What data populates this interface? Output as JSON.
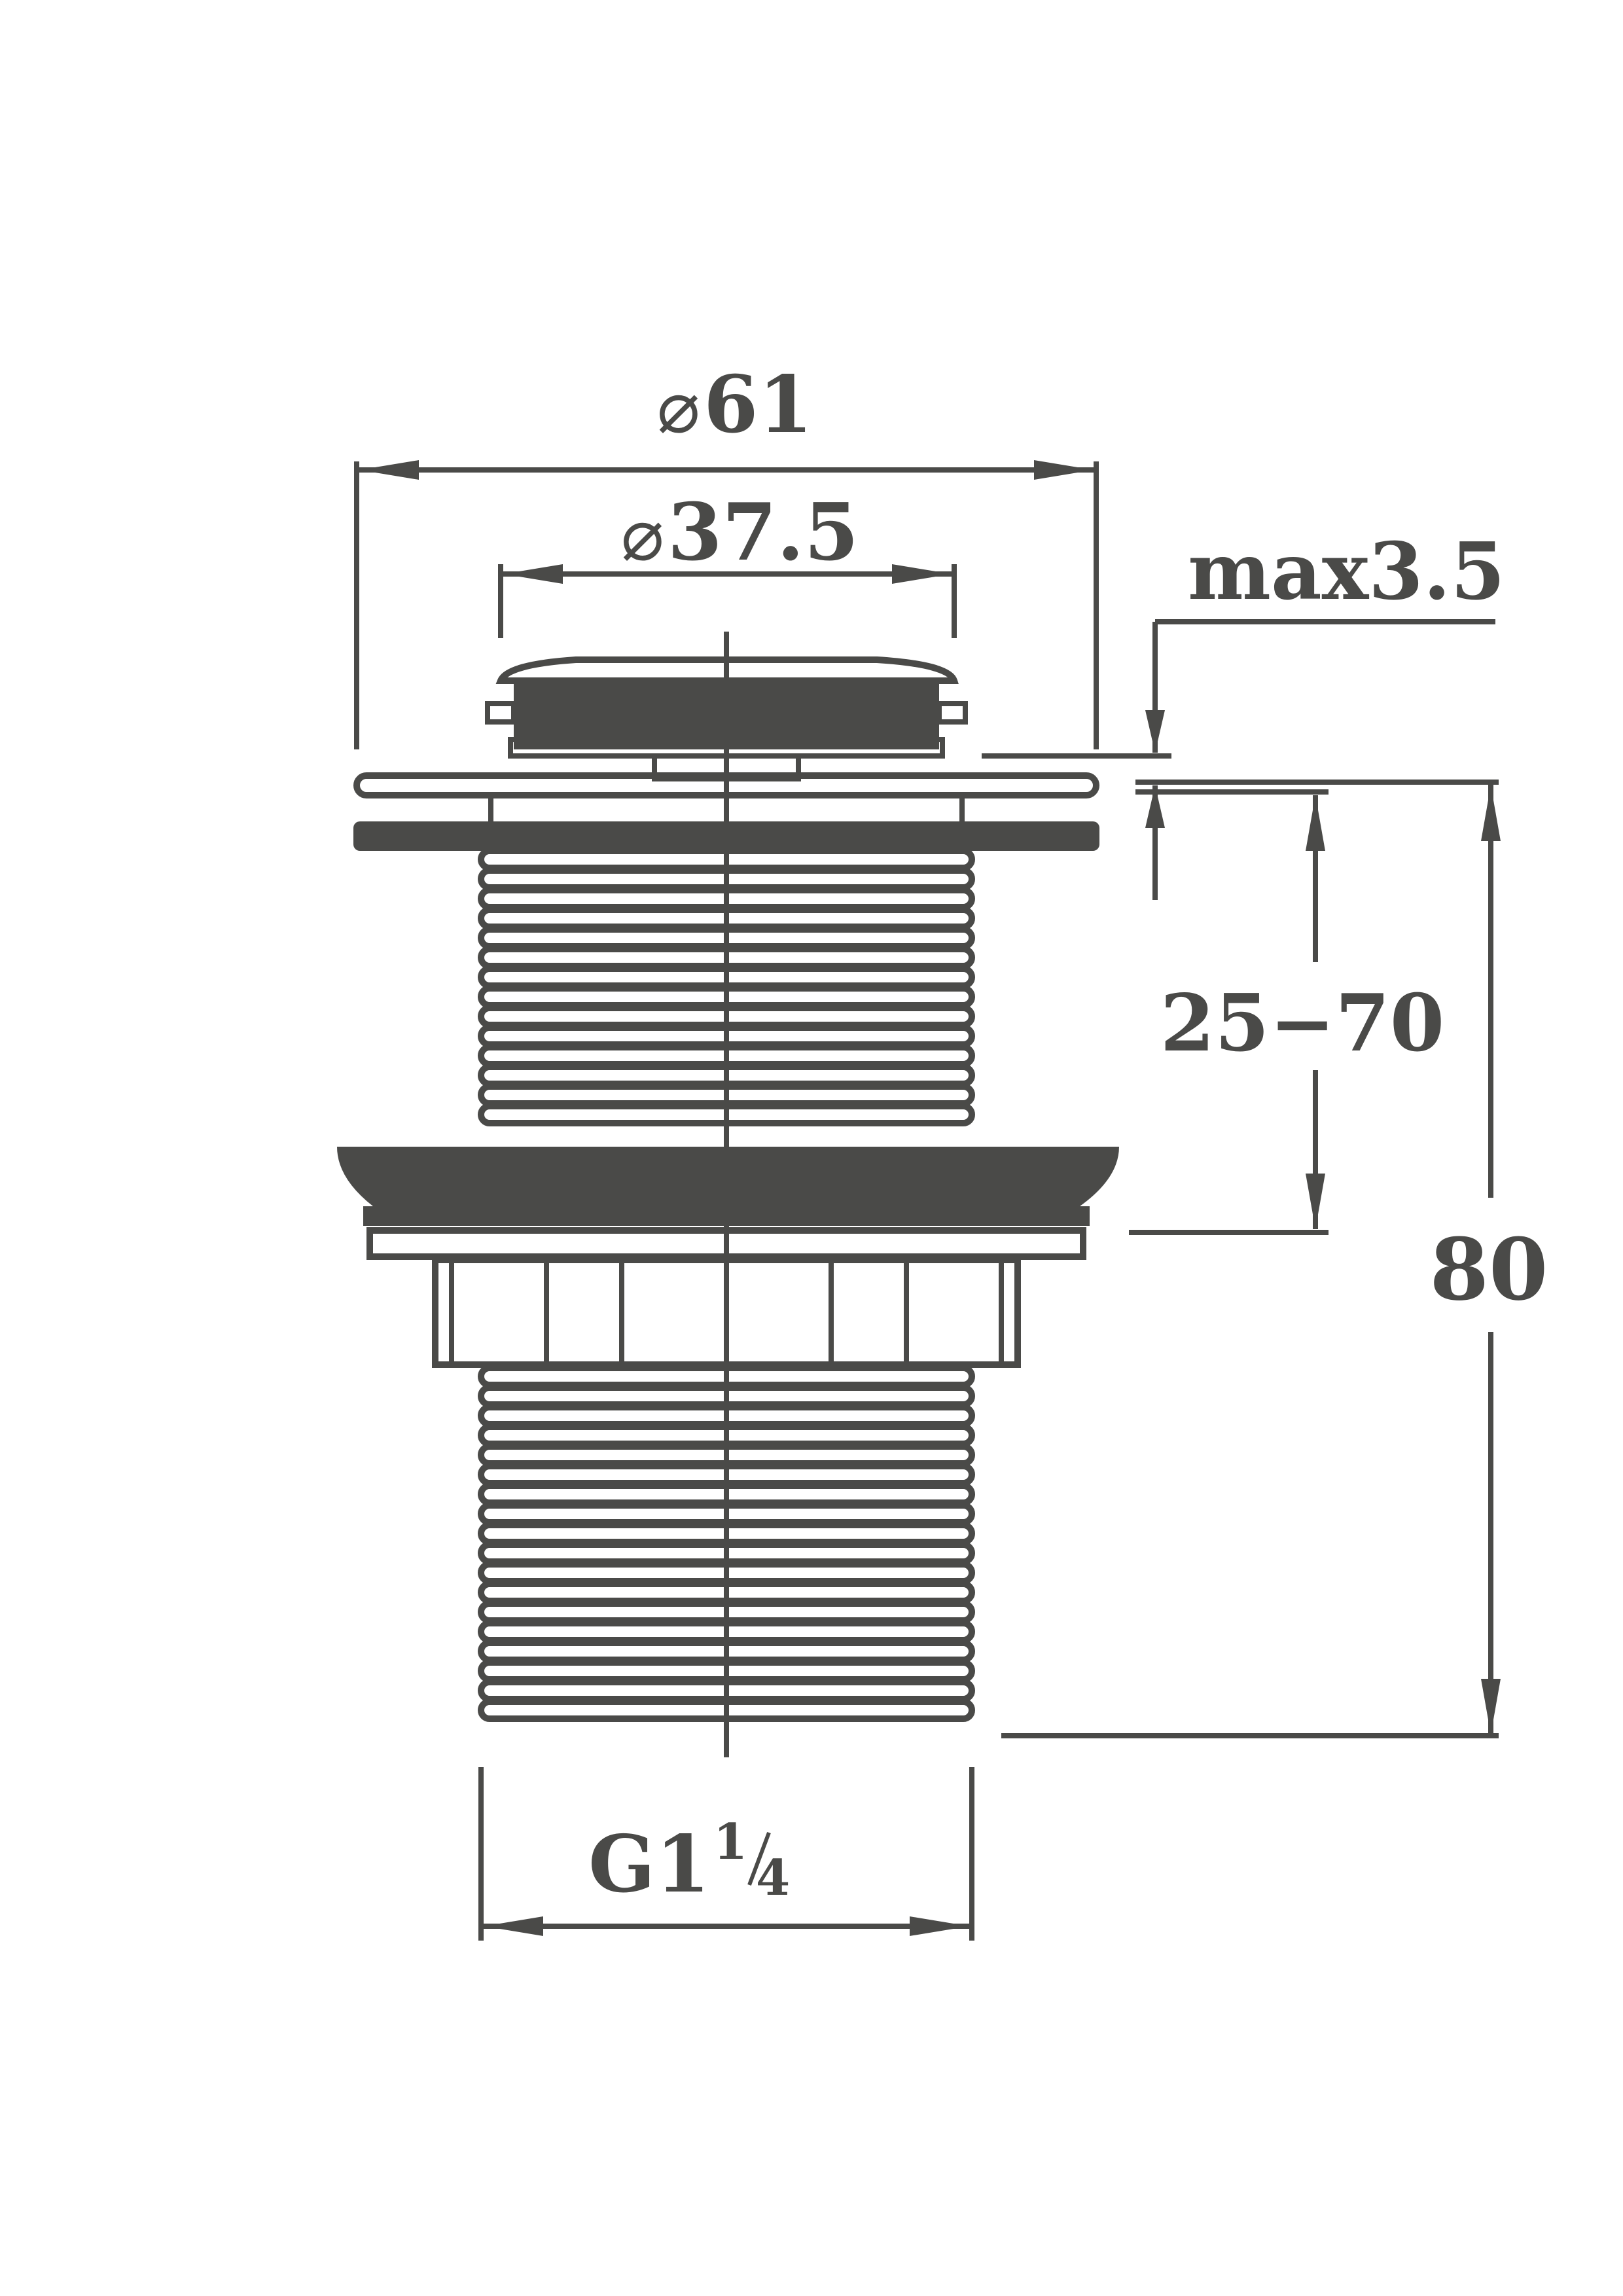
{
  "drawing": {
    "colors": {
      "line": "#4a4a48",
      "background": "#ffffff"
    },
    "dimensions": {
      "outer_diameter": {
        "symbol": "⌀",
        "value": "61"
      },
      "cap_diameter": {
        "symbol": "⌀",
        "value": "37.5"
      },
      "max_thickness": {
        "label": "max3.5"
      },
      "clamp_range": {
        "label": "25−70"
      },
      "total_height": {
        "label": "80"
      },
      "thread": {
        "label_main": "G1",
        "label_fraction_num": "1",
        "label_fraction_den": "4"
      }
    }
  }
}
